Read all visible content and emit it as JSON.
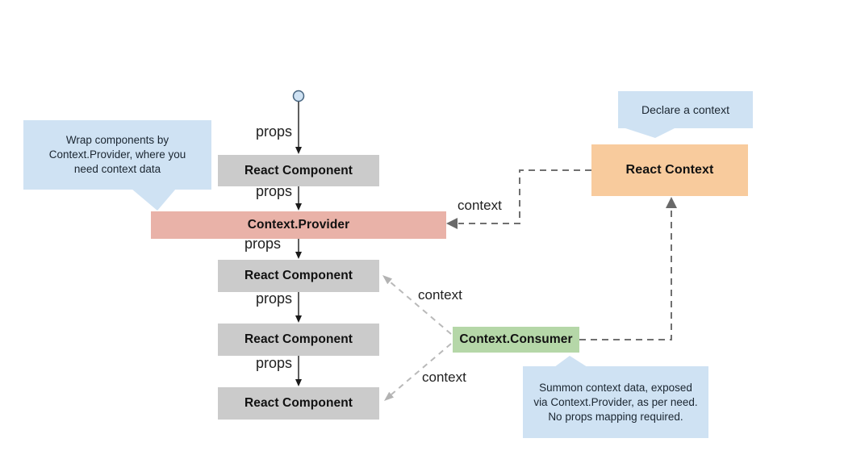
{
  "diagram": {
    "title_hint": "React Context data-flow diagram",
    "nodes": {
      "component_1": {
        "label": "React Component"
      },
      "provider": {
        "label": "Context.Provider"
      },
      "component_2": {
        "label": "React Component"
      },
      "component_3": {
        "label": "React Component"
      },
      "component_4": {
        "label": "React Component"
      },
      "react_context": {
        "label": "React Context"
      },
      "consumer": {
        "label": "Context.Consumer"
      }
    },
    "edge_labels": {
      "props": "props",
      "context": "context"
    },
    "callouts": {
      "provider_note": {
        "text": "Wrap components by Context.Provider, where you need context data"
      },
      "context_note": {
        "text": "Declare a context"
      },
      "consumer_note": {
        "text": "Summon context data, exposed via Context.Provider, as per need.\nNo props mapping required."
      }
    },
    "colors": {
      "component_fill": "#cbcbcb",
      "provider_fill": "#e9b2a8",
      "react_context_fill": "#f8cb9d",
      "consumer_fill": "#b5d7a8",
      "callout_fill": "#cfe2f3",
      "solid_arrow": "#1a1a1a",
      "dashed_dark": "#707070",
      "dashed_light": "#b9b9b9",
      "start_node_fill": "#cfe2f3",
      "start_node_stroke": "#46647f"
    }
  }
}
